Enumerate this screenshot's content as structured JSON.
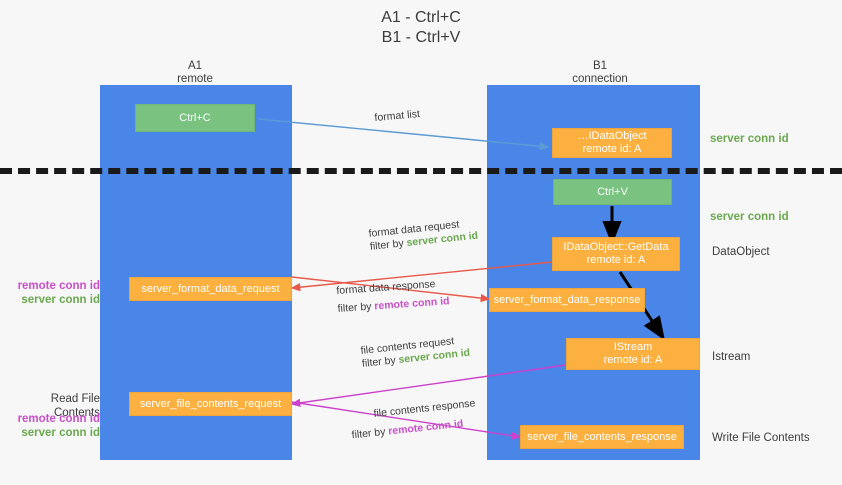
{
  "title": {
    "line1": "A1 - Ctrl+C",
    "line2": "B1 - Ctrl+V"
  },
  "columns": [
    {
      "name": "A1",
      "sub": "remote"
    },
    {
      "name": "B1",
      "sub": "connection"
    }
  ],
  "nodes": {
    "ctrl_c": {
      "label": "Ctrl+C"
    },
    "ctrl_v": {
      "label": "Ctrl+V"
    },
    "data_object_remote": {
      "line1": "…IDataObject",
      "line2": "remote id: A"
    },
    "get_data": {
      "line1": "IDataObject::GetData",
      "line2": "remote id: A"
    },
    "istream": {
      "line1": "IStream",
      "line2": "remote id: A"
    },
    "format_data_request": {
      "label": "server_format_data_request"
    },
    "format_data_response": {
      "label": "server_format_data_response"
    },
    "file_contents_request": {
      "label": "server_file_contents_request"
    },
    "file_contents_response": {
      "label": "server_file_contents_response"
    }
  },
  "edges": {
    "format_list": {
      "label": "format list"
    },
    "format_data_request": {
      "label": "format data request",
      "filter_prefix": "filter by ",
      "filter_key": "server conn id"
    },
    "format_data_response": {
      "label": "format data response",
      "filter_prefix": "filter by ",
      "filter_key": "remote conn id"
    },
    "file_contents_request": {
      "label": "file contents request",
      "filter_prefix": "filter by ",
      "filter_key": "server conn id"
    },
    "file_contents_response": {
      "label": "file contents response",
      "filter_prefix": "filter by ",
      "filter_key": "remote conn id"
    }
  },
  "annotations": {
    "left_mid": {
      "line1": "remote conn id",
      "line2": "server conn id"
    },
    "left_bottom_title": "Read File Contents",
    "left_bottom": {
      "line1": "remote conn id",
      "line2": "server conn id"
    },
    "right_top": "server conn id",
    "right_second": "server conn id",
    "right_dataobject": "DataObject",
    "right_istream": "Istream",
    "right_write": "Write File Contents"
  },
  "colors": {
    "lane": "#4a86e8",
    "green_box": "#79c27f",
    "orange_box": "#fbb040",
    "server_conn_id": "#6aa84f",
    "remote_conn_id": "#c94fc9",
    "red_arrow": "#e8594a",
    "magenta_arrow": "#cc41cc",
    "blue_arrow": "#5b9bd5",
    "black_arrow": "#000000",
    "background": "#f7f7f7"
  }
}
